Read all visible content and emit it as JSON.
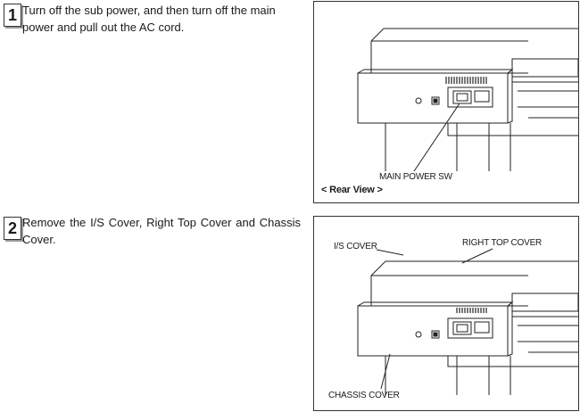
{
  "steps": [
    {
      "number": "1",
      "text": "Turn off the sub power, and then turn off the main power and pull out the AC cord."
    },
    {
      "number": "2",
      "text": "Remove the I/S Cover, Right Top Cover and Chassis Cover."
    }
  ],
  "figure1": {
    "callout": "MAIN POWER SW",
    "caption": "< Rear View >"
  },
  "figure2": {
    "callout_is": "I/S COVER",
    "callout_right_top": "RIGHT TOP COVER",
    "callout_chassis": "CHASSIS COVER"
  }
}
